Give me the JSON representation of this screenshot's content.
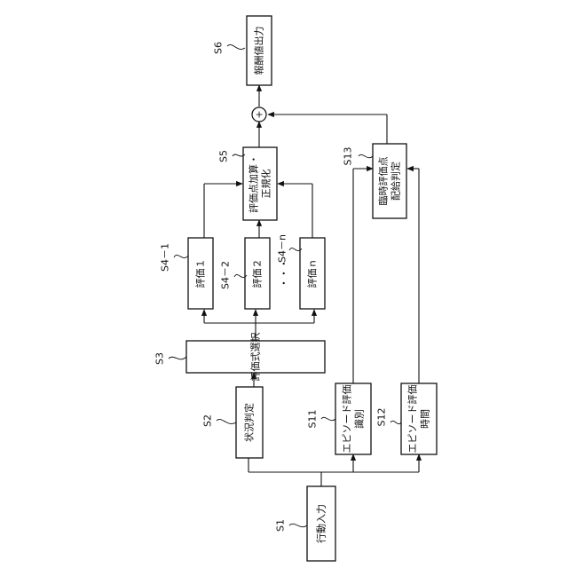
{
  "nodes": {
    "s1": {
      "id": "S1",
      "lines": [
        "行動入力"
      ]
    },
    "s2": {
      "id": "S2",
      "lines": [
        "状況判定"
      ]
    },
    "s3": {
      "id": "S3",
      "lines": [
        "評価式選択"
      ]
    },
    "s41": {
      "id": "S4－1",
      "lines": [
        "評価１"
      ]
    },
    "s42": {
      "id": "S4－2",
      "lines": [
        "評価２"
      ]
    },
    "s4n": {
      "id": "S4－n",
      "lines": [
        "評価ｎ"
      ]
    },
    "s5": {
      "id": "S5",
      "lines": [
        "評価点加算・",
        "正規化"
      ]
    },
    "s6": {
      "id": "S6",
      "lines": [
        "報酬値出力"
      ]
    },
    "s11": {
      "id": "S11",
      "lines": [
        "エピソード評価",
        "識別"
      ]
    },
    "s12": {
      "id": "S12",
      "lines": [
        "エピソード評価",
        "時間"
      ]
    },
    "s13": {
      "id": "S13",
      "lines": [
        "臨時評価点",
        "配給判定"
      ]
    }
  },
  "sum_symbol": "+",
  "ellipsis": "・・・"
}
